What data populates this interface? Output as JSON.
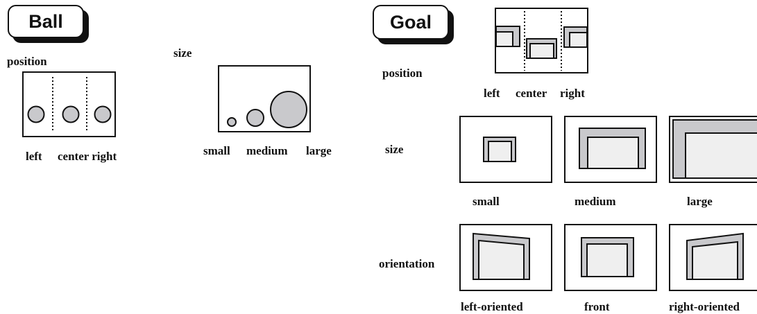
{
  "ball": {
    "title": "Ball",
    "position": {
      "label": "position",
      "captions": [
        "left",
        "center right"
      ]
    },
    "size": {
      "label": "size",
      "captions": [
        "small",
        "medium",
        "large"
      ]
    }
  },
  "goal": {
    "title": "Goal",
    "position": {
      "label": "position",
      "captions": [
        "left",
        "center",
        "right"
      ]
    },
    "size": {
      "label": "size",
      "captions": [
        "small",
        "medium",
        "large"
      ]
    },
    "orientation": {
      "label": "orientation",
      "captions": [
        "left-oriented",
        "front",
        "right-oriented"
      ]
    }
  },
  "colors": {
    "ink": "#111111",
    "shade": "#c9c9cc",
    "fill": "#efefef"
  }
}
